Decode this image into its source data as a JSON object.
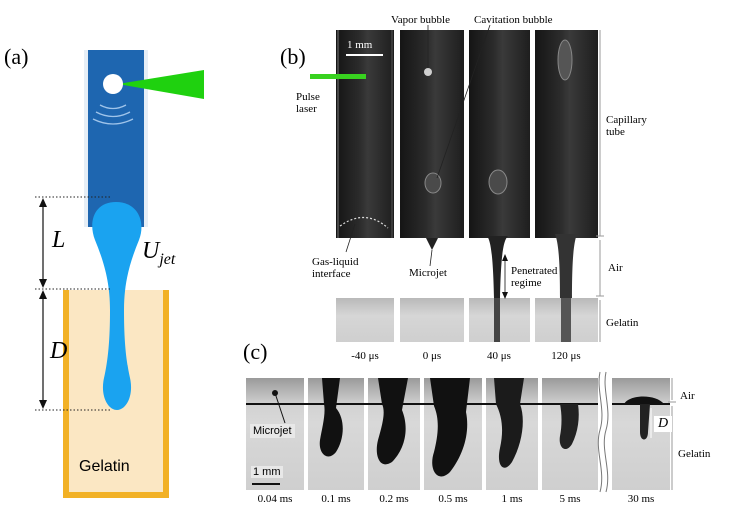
{
  "panel_a": {
    "label": "(a)",
    "length_label": "L",
    "depth_label": "D",
    "velocity_label_main": "U",
    "velocity_label_sub": "jet",
    "gelatin_label": "Gelatin",
    "colors": {
      "tube": "#1e66b0",
      "jet": "#1aa3f0",
      "gelatin_fill": "#fbe7c3",
      "gelatin_wall": "#f2b125",
      "laser": "#1fd10f"
    }
  },
  "panel_b": {
    "label": "(b)",
    "scale_bar": "1 mm",
    "annotations": {
      "vapor_bubble": "Vapor bubble",
      "cavitation_bubble": "Cavitation bubble",
      "pulse_laser": [
        "Pulse",
        "laser"
      ],
      "capillary_tube": [
        "Capillary",
        "tube"
      ],
      "gas_liquid_interface": [
        "Gas-liquid",
        "interface"
      ],
      "microjet": "Microjet",
      "air": "Air",
      "penetrated_regime": [
        "Penetrated",
        "regime"
      ],
      "gelatin": "Gelatin"
    },
    "times": [
      "-40 μs",
      "0 μs",
      "40 μs",
      "120 μs"
    ]
  },
  "panel_c": {
    "label": "(c)",
    "microjet_label": "Microjet",
    "scale_bar": "1 mm",
    "depth_label": "D",
    "air": "Air",
    "gelatin": "Gelatin",
    "times": [
      "0.04 ms",
      "0.1 ms",
      "0.2 ms",
      "0.5 ms",
      "1 ms",
      "5 ms",
      "30 ms"
    ]
  }
}
